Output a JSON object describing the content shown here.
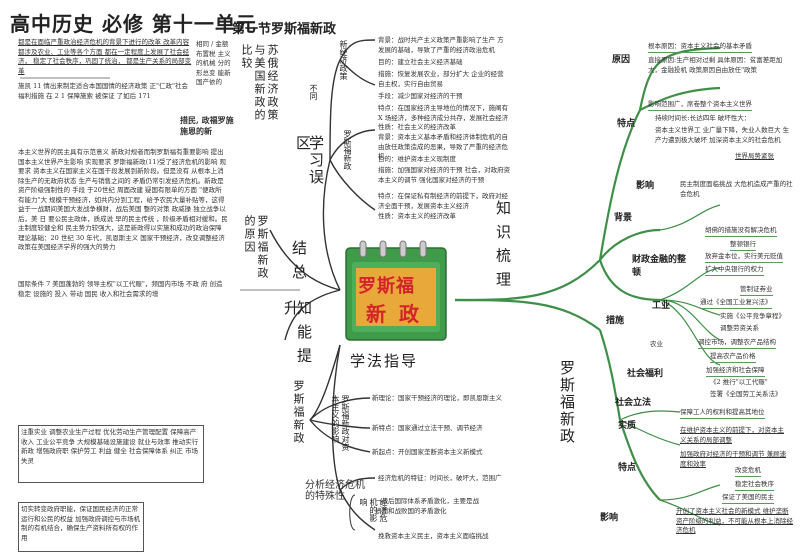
{
  "header": {
    "title": "高中历史 必修 第十一单元",
    "subtitle": "第一节罗斯福新政"
  },
  "left": {
    "intro": "都是在面临严重政治经济危机的背景下进行的改革 改革内容都涉及农业、工业等各个方面 都在一定程度上发展了社会经济， 稳定了社会秩序，巩固了统治， 都是生产关系的局部变革",
    "intro2": "施凯 11 情出来制定适合本国国情的经济政策 正\"仁政\"社会福利措施 在 2 1 保障施索 被保证 了如后 171",
    "measures_label": "措民, 政福罗施 施恩的新",
    "side_notes": "相同 / 金额布置税 主义的机械 分的形总变 能新 国产依的",
    "middle_text": "本主义世界的民主具有示范意义 新政对规者而制罗斯福有重要影响 提出国本主义世界产生影响 实现要求 罗斯福新政(11)受了经济危机的影响 观要求 资本主义在国家主义在国干段发展到新阶段。但是没有 从根本上消除生产的无政府状态 生产与销售之间的 矛盾仍常引发经济危机。新政是资产阶级强制性的 手段 于20世纪 周面改建 疑国有限单的方面 \"便政所有能力\"大 规模干预经济，如共内分到工程，给予农民大量补贴等，这得益于一战期间美国大发战争横财，战后美国 整的对策 政威操 独立战争以后，美 日 要公民主政体，质成说 早的民主传统 ，阶级矛盾相对缓和。民主制度较健全和 民主势力较强大，这是新政得以实施和成功的政治保障 理论基础：20 世纪 30 年代，凯恩斯主义 国家干预经济，改变调整经济政策在美国经济学界的强大的势力",
    "middle_text2": "国际条件 7 美国蓬勃的 领导主权\"以工代赈\"，频国内市场 不政 府 创造 稳定 设施的 投入 带动 国民 收入和社会需求的增",
    "bottom_text": "注重实业 调整农业生产过程 优化劳动生产管理配置 保障高产 收入 工业公平竞争 大规模基础设施建设 就业与效率 推动实行新政 增强政府职 保护劳工 利益 健全 社会保障体系 纠正 市场 失灵",
    "footer_text": "切实转变政府职能，保证国民经济的正常运行和公民的权益 加强政府调控与市场机制的有机结合，确保生产资料所有权的作用"
  },
  "topics": {
    "t1": "苏俄经济政策与美国新政的比较",
    "t1_sub": "新经济政策",
    "t1_diff": "不同",
    "xuexi": "学习误区",
    "new_deal_origin": "罗斯福新政的原因",
    "summary": "结 总",
    "extend": "知 能 提 升",
    "method": "学法指导",
    "knowledge": "知 识 梳 理",
    "deal_label": "罗斯福新政",
    "social_cap": "罗斯福新政对资本主义的影响",
    "analyze": "分析经济危机的特殊性"
  },
  "center_right": {
    "policy_label": "罗斯福新政",
    "p1": "背景：战时共产主义政策严重影响了生产 方发展的基础，导致了严重的经济政治危机",
    "p2": "目的：建立社会主义经济基础",
    "p3": "措施：恢复发展农业，部分扩大 企业的经营自主权，实行自由贸易",
    "p4": "手段：减少国家对经济的干预",
    "p5": "特点：在国家经济主导地位的情况下，施阐有 X 场经济，多种经济成分共存，发展社会经济 性质：社会主义的经济改革",
    "p6": "背景：资本主义基本矛盾和经济体制危机的自由放任政策造成的恶果，导致了严重的经济危机",
    "p7": "目的：维护资本主义现制度",
    "p8": "措施：加强国家对经济的干预 社会，对政府资本主义的调节 强化国家对经济的干预",
    "p9": "特点：在保证私有制经济的前提下，政府对经济全面干预，发展资本主义经济",
    "p10": "性质：资本主义的经济改革",
    "m1": "新理论：国家干预经济的理论，即凯恩斯主义",
    "m2": "新特点：国家通过立法干预、调节经济",
    "m3": "新起点：开创国家垄断资本主义新模式",
    "a1": "经济危机的特征：时间长，破坏大，范围广",
    "a2": "一战后国际体系矛盾激化，主要是战债国和战败国的矛盾激化",
    "a3": "挽救资本主义民主，资本主义面临挑战",
    "a_side": "经济危机的影响"
  },
  "center_card": {
    "line1": "罗斯福",
    "line2": "新 政"
  },
  "right": {
    "yuanyin_label": "原因",
    "yuanyin_1": "根本原因：资本主义社会的基本矛盾",
    "yuanyin_2": "直接原因:生产相对过剩 具体原因：贫富差距加大，金融投机 政策原因自由放任\"政策",
    "tedian_label": "特点",
    "tedian_1": "影响范围广，席卷整个资本主义世界",
    "tedian_2": "持续时间长:长达四年 破坏性大：",
    "tedian_3": "资本主义世界工 业广量下降，失业人数巨大 生产力遭到极大破坏 加深资本主义的社会危机",
    "yingxiang_label": "影响",
    "yingxiang_1": "世界局势紧张",
    "yingxiang_2": "民主制度面临挑战 大危机造成严重的社会危机",
    "beijing_label": "背景",
    "caizheng_label": "财政金融的整顿",
    "caizheng_1": "胡佛的措施没有解决危机",
    "caizheng_2": "整顿银行",
    "caizheng_3": "放弃金本位，实行美元贬值",
    "caizheng_4": "扩大中央银行的权力",
    "caizheng_5": "管制证券业",
    "gongye_label": "工业",
    "gongye_1": "通过《全国工业复兴法》",
    "gongye_2": "实施《公平竞争章程》",
    "gongye_3": "调整劳资关系",
    "cuoshi_label": "措施",
    "nongye_label": "农业",
    "nongye_1": "调控市场，调整农产品结构",
    "nongye_2": "提高农产品价格",
    "shehui_label": "社会福利",
    "shehui_1": "加强经济和社会保障",
    "shehui_2": "《2 推行\"以工代赈\"",
    "shehui_3": "签署《全国劳工关系法》",
    "lifa_label": "社会立法",
    "lifa_1": "保障工人的权利和提高其地位",
    "shizhi_label": "实质",
    "shizhi_1": "在维护资本主义的前提下，对资本主义关系的局部调整",
    "tedian2_label": "特点",
    "tedian2_1": "加强政府对经济的干预和调节 兼顾速度和效率",
    "tedian2_2": "改变危机",
    "yingxiang2_label": "影响",
    "yingxiang2_1": "稳定社会秩序",
    "yingxiang2_2": "保证了美国的民主",
    "yingxiang2_3": "开创了资本主义社会的新模式 维护垄断资产阶级的利益，不可能从根本上消除经济危机",
    "side_vert": "罗斯福新政"
  },
  "colors": {
    "card_green": "#3f9a4a",
    "card_red": "#d4242a",
    "card_orange": "#e8a83a",
    "branch_green": "#3f8f48"
  }
}
